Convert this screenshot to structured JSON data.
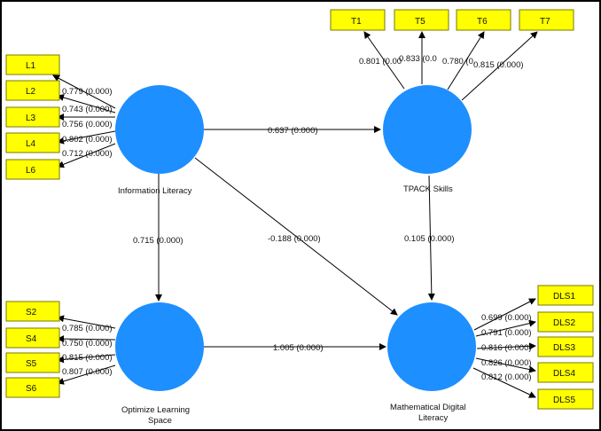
{
  "colors": {
    "construct": "#1E8FFF",
    "indicator_fill": "#FFFF00",
    "indicator_border": "#7A7A00",
    "line": "#000000"
  },
  "constructs": {
    "information_literacy": {
      "name": "Information Literacy"
    },
    "tpack_skills": {
      "name": "TPACK Skills"
    },
    "optimize_learning_space": {
      "name_line1": "Optimize Learning",
      "name_line2": "Space"
    },
    "mathematical_digital_literacy": {
      "name_line1": "Mathematical Digital",
      "name_line2": "Literacy"
    }
  },
  "indicators": {
    "information_literacy": [
      {
        "name": "L1",
        "loading": "0.779 (0.000)"
      },
      {
        "name": "L2",
        "loading": "0.743 (0.000)"
      },
      {
        "name": "L3",
        "loading": "0.756 (0.000)"
      },
      {
        "name": "L4",
        "loading": "0.802 (0.000)"
      },
      {
        "name": "L6",
        "loading": "0.712 (0.000)"
      }
    ],
    "tpack_skills": [
      {
        "name": "T1",
        "loading": "0.801 (0.00"
      },
      {
        "name": "T5",
        "loading": "0.833 (0.0"
      },
      {
        "name": "T6",
        "loading": "0.780 (0."
      },
      {
        "name": "T7",
        "loading": "0.815 (0.000)"
      }
    ],
    "optimize_learning_space": [
      {
        "name": "S2",
        "loading": "0.785 (0.000)"
      },
      {
        "name": "S4",
        "loading": "0.750 (0.000)"
      },
      {
        "name": "S5",
        "loading": "0.815 (0.000)"
      },
      {
        "name": "S6",
        "loading": "0.807 (0.000)"
      }
    ],
    "mathematical_digital_literacy": [
      {
        "name": "DLS1",
        "loading": "0.699 (0.000)"
      },
      {
        "name": "DLS2",
        "loading": "0.791 (0.000)"
      },
      {
        "name": "DLS3",
        "loading": "0.816 (0.000)"
      },
      {
        "name": "DLS4",
        "loading": "0.826 (0.000)"
      },
      {
        "name": "DLS5",
        "loading": "0.812 (0.000)"
      }
    ]
  },
  "paths": {
    "il_to_tpack": "0.637 (0.000)",
    "il_to_ols": "0.715 (0.000)",
    "il_to_mdl": "-0.188 (0.000)",
    "tpack_to_mdl": "0.105 (0.000)",
    "ols_to_mdl": "1.005 (0.000)"
  }
}
